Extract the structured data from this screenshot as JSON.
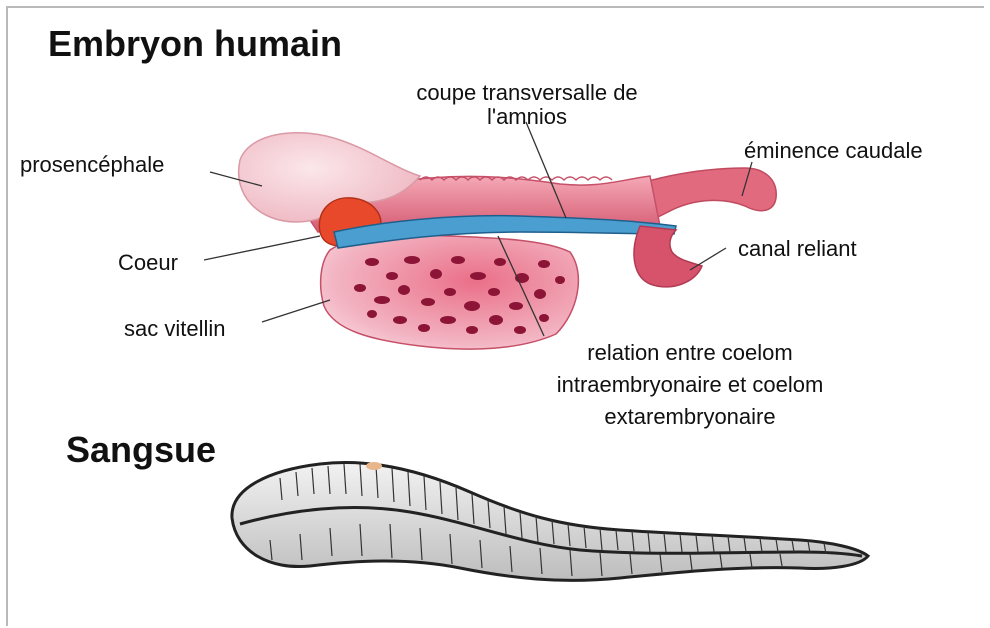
{
  "embryo": {
    "title": "Embryon humain",
    "labels": {
      "amnios_line1": "coupe transversalle de",
      "amnios_line2": "l'amnios",
      "prosencephale": "prosencéphale",
      "eminence": "éminence caudale",
      "coeur": "Coeur",
      "canal": "canal reliant",
      "sac": "sac vitellin",
      "relation_line1": "relation entre coelom",
      "relation_line2": "intraembryonaire et coelom",
      "relation_line3": "extarembryonaire"
    }
  },
  "leech": {
    "title": "Sangsue"
  },
  "colors": {
    "embryo_pink": "#e98a99",
    "head_pink": "#f6d4da",
    "heart_red": "#e8492a",
    "amnios_blue": "#4b9fd0",
    "yolk_spots": "#8c1436",
    "leech_fill": "#dcdcdc"
  }
}
